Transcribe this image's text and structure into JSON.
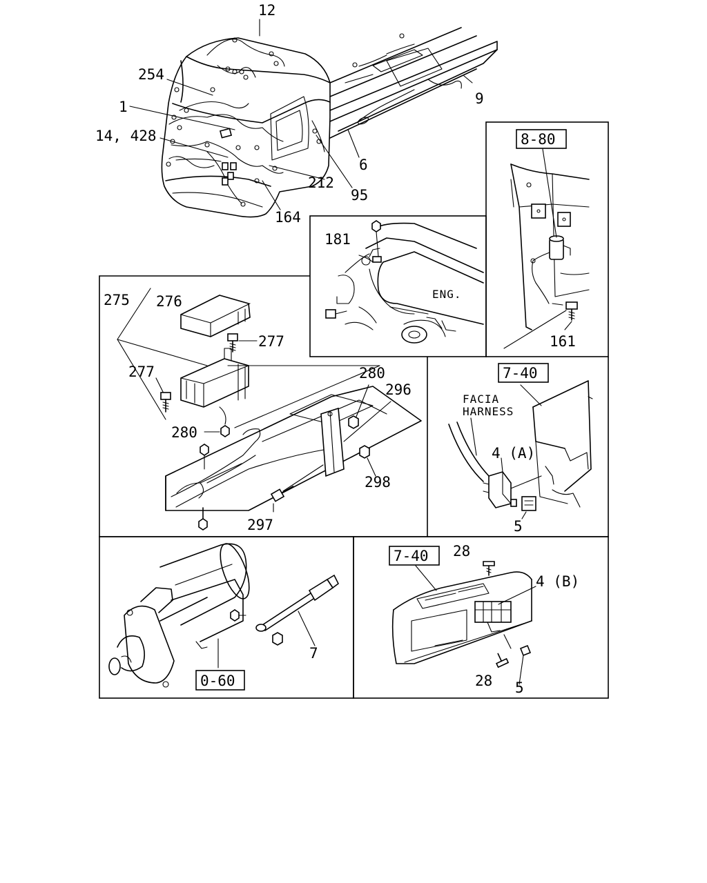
{
  "labels": {
    "l12": "12",
    "l254": "254",
    "l1": "1",
    "l14_428": "14, 428",
    "l9": "9",
    "l6": "6",
    "l95": "95",
    "l212": "212",
    "l164": "164",
    "l181": "181",
    "eng": "ENG.",
    "ref_8_80": "8-80",
    "l161": "161",
    "l275": "275",
    "l276": "276",
    "l277a": "277",
    "l277b": "277",
    "l280a": "280",
    "l280b": "280",
    "l296": "296",
    "l298": "298",
    "l297": "297",
    "ref_7_40a": "7-40",
    "facia": "FACIA",
    "harness": "HARNESS",
    "l4a": "4 (A)",
    "l5a": "5",
    "ref_0_60": "0-60",
    "l7": "7",
    "ref_7_40b": "7-40",
    "l28a": "28",
    "l4b": "4 (B)",
    "l28b": "28",
    "l5b": "5"
  }
}
